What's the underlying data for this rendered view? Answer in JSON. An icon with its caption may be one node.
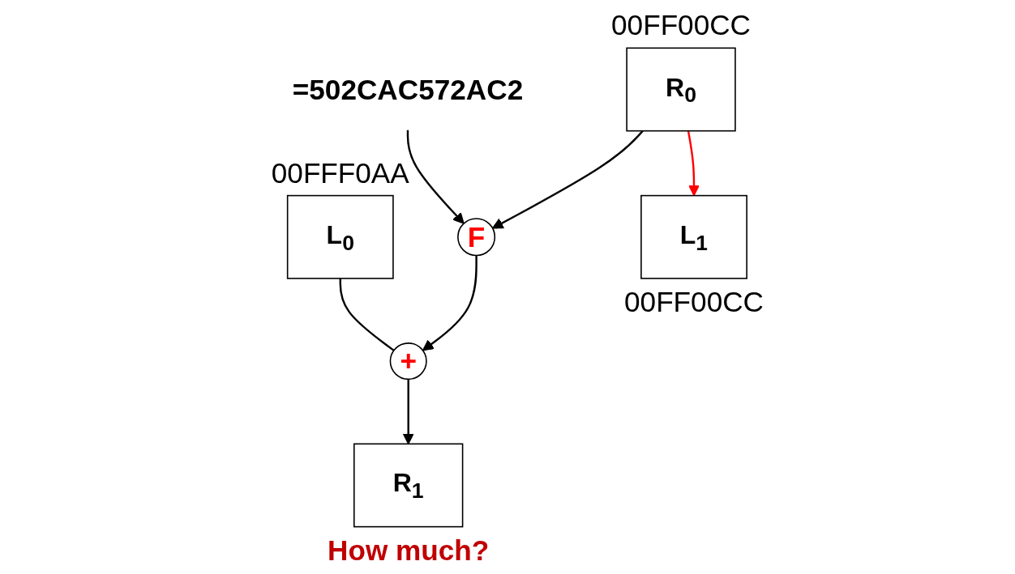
{
  "diagram": {
    "nodes": [
      {
        "text": [
          "L$_{0}$"
        ],
        "beside": [
          "00FFF0AA"
        ]
      },
      {
        "text": [
          "R$_{0}$"
        ],
        "beside": [
          "00FF00CC"
        ]
      },
      {
        "text": [
          "+"
        ]
      },
      {
        "text": [
          "F"
        ]
      },
      {
        "text": [
          "=502CAC572AC2"
        ]
      },
      {
        "text": [
          "L$_{1}$"
        ],
        "beside": [
          "00FF00CC"
        ]
      },
      {
        "text": [
          "R$_{1}$"
        ],
        "beside": [
          "How much?"
        ]
      }
    ],
    "edges": [
      {
        "from": 0,
        "to": 2,
        "arrow": "none"
      },
      {
        "from": 1,
        "to": 3,
        "arrow": "to"
      },
      {
        "from": 4,
        "to": 3,
        "arrow": "to"
      },
      {
        "from": 3,
        "to": 2,
        "arrow": "to"
      },
      {
        "from": 2,
        "to": 6,
        "arrow": "to"
      },
      {
        "from": 1,
        "to": 5,
        "arrow": "to",
        "color": "#ff0000"
      }
    ]
  }
}
